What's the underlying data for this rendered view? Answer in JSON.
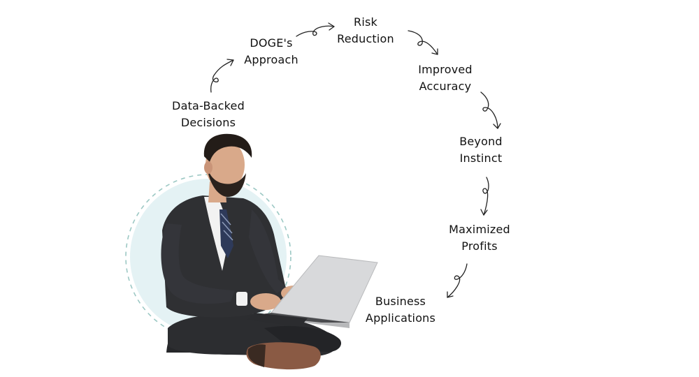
{
  "diagram": {
    "steps": [
      {
        "line1": "Data-Backed",
        "line2": "Decisions"
      },
      {
        "line1": "DOGE's",
        "line2": "Approach"
      },
      {
        "line1": "Risk",
        "line2": "Reduction"
      },
      {
        "line1": "Improved",
        "line2": "Accuracy"
      },
      {
        "line1": "Beyond",
        "line2": "Instinct"
      },
      {
        "line1": "Maximized",
        "line2": "Profits"
      },
      {
        "line1": "Business",
        "line2": "Applications"
      }
    ]
  },
  "colors": {
    "text": "#111111",
    "circle_fill": "#e4f2f4",
    "circle_dash": "#9cc8c4",
    "suit": "#2f3033",
    "laptop": "#d8d9db"
  }
}
